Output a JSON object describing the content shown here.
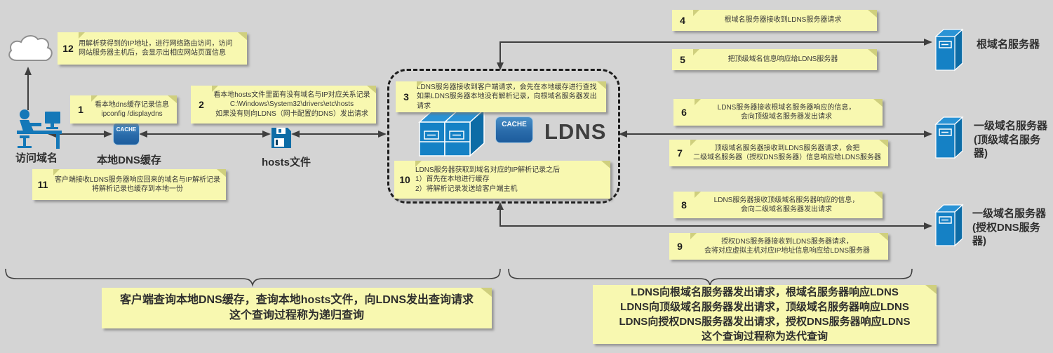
{
  "colors": {
    "background": "#d4d4d4",
    "note_bg": "#f8f8b0",
    "note_fold": "#cfcf7e",
    "icon_blue": "#1581c5",
    "line": "#3f3f3f"
  },
  "labels": {
    "client": "访问域名",
    "local_cache": "本地DNS缓存",
    "hosts_file": "hosts文件",
    "cache_badge_left": "CACHE",
    "cache_badge_ldns": "CACHE",
    "ldns": "LDNS",
    "root_server": "根域名服务器",
    "tld_server_line1": "一级域名服务器",
    "tld_server_line2": "(顶级域名服务器)",
    "auth_server_line1": "一级域名服务器",
    "auth_server_line2": "(授权DNS服务器)"
  },
  "notes": [
    {
      "num": "1",
      "lines": [
        "看本地dns缓存记录信息",
        "ipconfig /displaydns"
      ]
    },
    {
      "num": "2",
      "lines": [
        "看本地hosts文件里面有没有域名与IP对应关系记录",
        "C:\\Windows\\System32\\drivers\\etc\\hosts",
        "如果没有则向LDNS（网卡配置的DNS）发出请求"
      ]
    },
    {
      "num": "3",
      "lines": [
        "LDNS服务器接收到客户端请求，会先在本地缓存进行查找",
        "如果LDNS服务器本地没有解析记录，向根域名服务器发出请求"
      ]
    },
    {
      "num": "4",
      "lines": [
        "根域名服务器接收到LDNS服务器请求"
      ]
    },
    {
      "num": "5",
      "lines": [
        "把顶级域名信息响应给LDNS服务器"
      ]
    },
    {
      "num": "6",
      "lines": [
        "LDNS服务器接收根域名服务器响应的信息，",
        "会向顶级域名服务器发出请求"
      ]
    },
    {
      "num": "7",
      "lines": [
        "顶级域名服务器接收到LDNS服务器请求，会把",
        "二级域名服务器（授权DNS服务器）信息响应给LDNS服务器"
      ]
    },
    {
      "num": "8",
      "lines": [
        "LDNS服务器接收顶级域名服务器响应的信息，",
        "会向二级域名服务器发出请求"
      ]
    },
    {
      "num": "9",
      "lines": [
        "授权DNS服务器接收到LDNS服务器请求，",
        "会将对应虚拟主机对应IP地址信息响应给LDNS服务器"
      ]
    },
    {
      "num": "10",
      "lines": [
        "LDNS服务器获取到域名对应的IP解析记录之后",
        "1）首先在本地进行缓存",
        "2）将解析记录发送给客户端主机"
      ]
    },
    {
      "num": "11",
      "lines": [
        "客户端接收LDNS服务器响应回来的域名与IP解析记录",
        "将解析记录也缓存到本地一份"
      ]
    },
    {
      "num": "12",
      "lines": [
        "用解析获得到的IP地址，进行网络路由访问，访问",
        "网站服务器主机后，会显示出相应网站页面信息"
      ]
    }
  ],
  "summaries": {
    "recursive": {
      "lines": [
        "客户端查询本地DNS缓存，查询本地hosts文件，向LDNS发出查询请求",
        "这个查询过程称为递归查询"
      ]
    },
    "iterative": {
      "lines": [
        "LDNS向根域名服务器发出请求，根域名服务器响应LDNS",
        "LDNS向顶级域名服务器发出请求，顶级域名服务器响应LDNS",
        "LDNS向授权DNS服务器发出请求，授权DNS服务器响应LDNS",
        "这个查询过程称为迭代查询"
      ]
    }
  }
}
